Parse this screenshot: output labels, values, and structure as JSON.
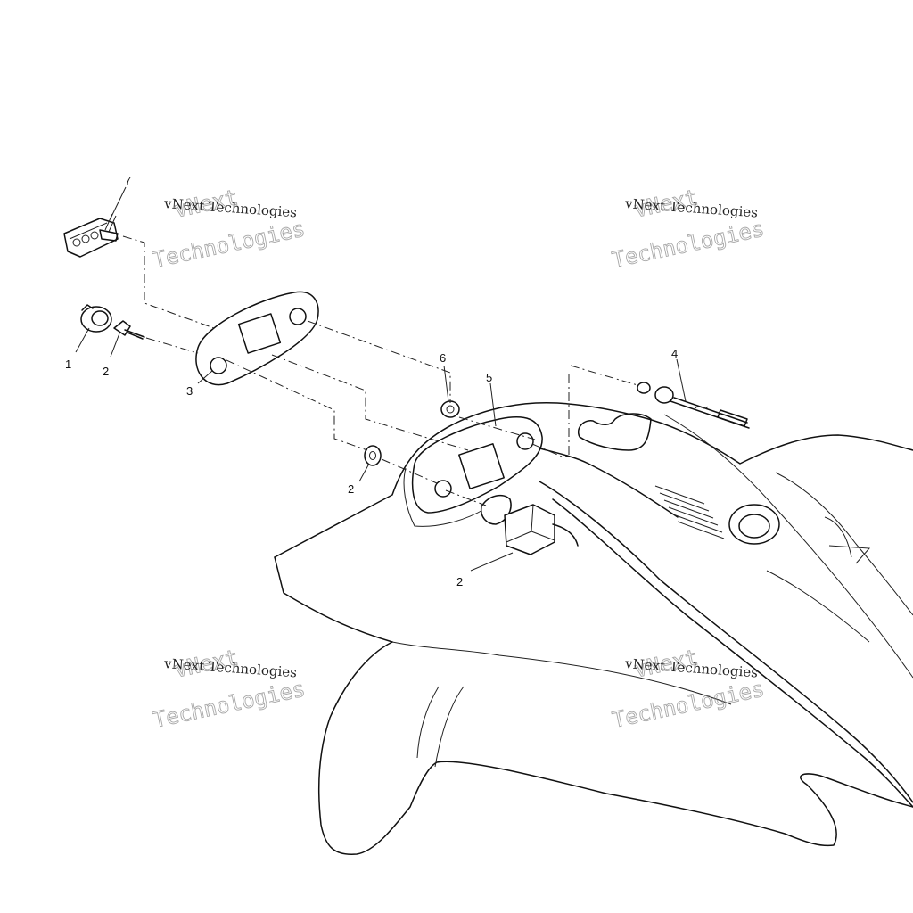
{
  "callouts": [
    {
      "id": "7",
      "text": "7"
    },
    {
      "id": "1",
      "text": "1"
    },
    {
      "id": "2a",
      "text": "2"
    },
    {
      "id": "3",
      "text": "3"
    },
    {
      "id": "6",
      "text": "6"
    },
    {
      "id": "5",
      "text": "5"
    },
    {
      "id": "4",
      "text": "4"
    },
    {
      "id": "2b",
      "text": "2"
    },
    {
      "id": "2c",
      "text": "2"
    }
  ],
  "watermark": {
    "line1": "vNext",
    "line2": "vNext Technologies",
    "line3": "Technologies"
  }
}
